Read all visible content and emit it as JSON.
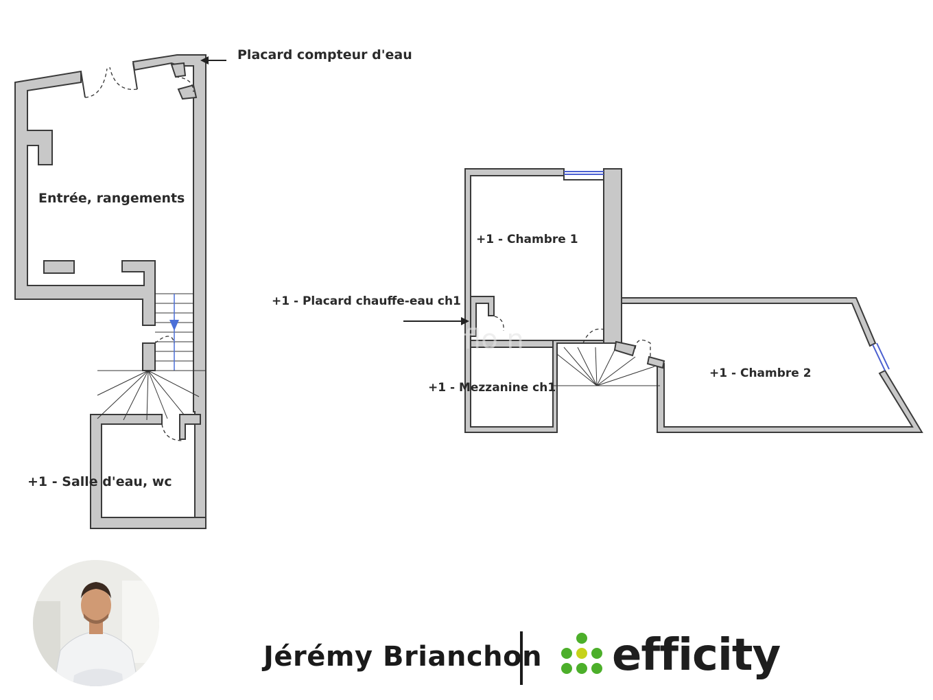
{
  "labels": {
    "placard_compteur": "Placard compteur d'eau",
    "entree": "Entrée, rangements",
    "salle_eau": "+1  -  Salle d'eau, wc",
    "chambre1": "+1  -  Chambre 1",
    "placard_chauffe": "+1  -  Placard chauffe-eau ch1",
    "mezzanine": "+1  -  Mezzanine ch1",
    "chambre2": "+1  -  Chambre 2"
  },
  "footer": {
    "agent_name": "Jérémy Brianchon",
    "brand_name": "efficity"
  },
  "colors": {
    "wall_fill": "#c8c8c8",
    "window": "#4a5fd0",
    "brand_green": "#4caf2a",
    "brand_yellow": "#c6d219",
    "stair_arrow": "#4a6fd8"
  }
}
